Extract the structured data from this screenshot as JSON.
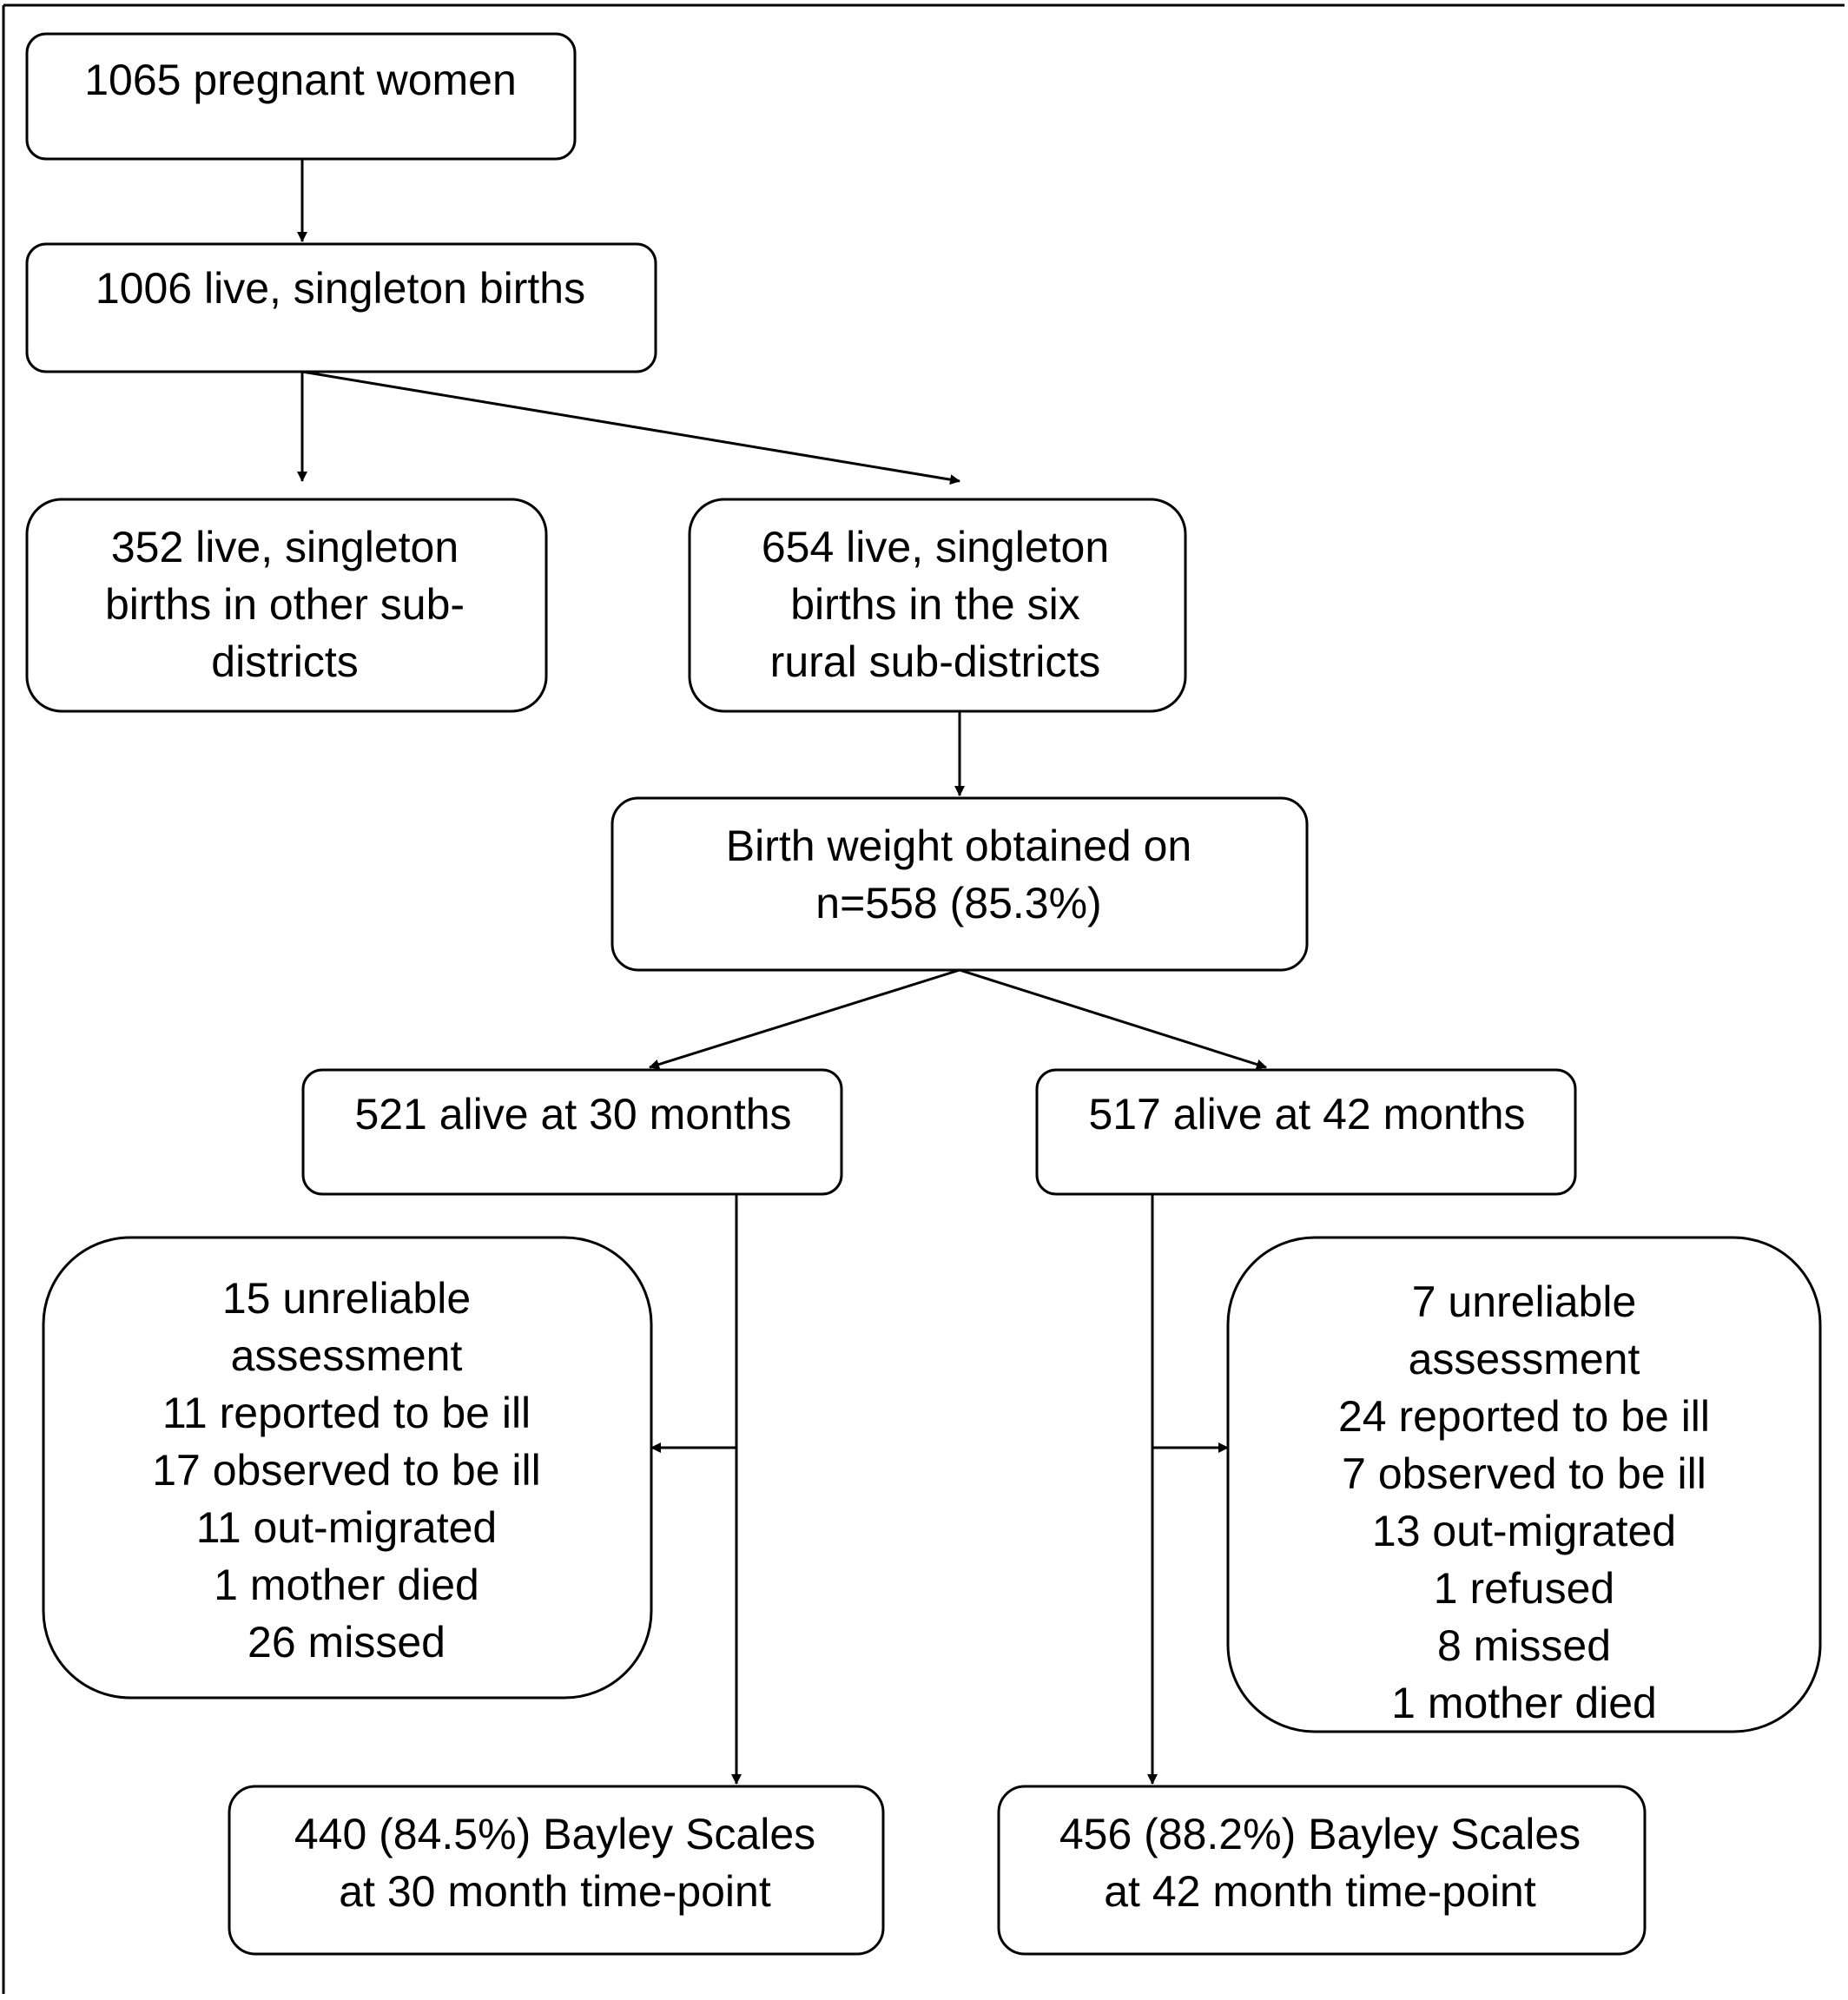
{
  "nodes": {
    "pregnant_women": {
      "lines": [
        "1065 pregnant women"
      ]
    },
    "live_births": {
      "lines": [
        "1006 live, singleton births"
      ]
    },
    "other_subdistricts": {
      "lines": [
        "352 live, singleton",
        "births in other sub-",
        "districts"
      ]
    },
    "rural_subdistricts": {
      "lines": [
        "654 live, singleton",
        "births in the six",
        "rural sub-districts"
      ]
    },
    "birth_weight": {
      "lines": [
        "Birth weight obtained on",
        "n=558 (85.3%)"
      ]
    },
    "alive_30": {
      "lines": [
        "521 alive at 30 months"
      ]
    },
    "alive_42": {
      "lines": [
        "517 alive at 42 months"
      ]
    },
    "exclusions_30": {
      "lines": [
        "15 unreliable",
        "assessment",
        "11 reported to be ill",
        "17 observed to be ill",
        "11 out-migrated",
        "1 mother died",
        "26 missed"
      ]
    },
    "exclusions_42": {
      "lines": [
        "7 unreliable",
        "assessment",
        "24 reported to be ill",
        "7 observed to be ill",
        "13 out-migrated",
        "1 refused",
        "8 missed",
        "1 mother died"
      ]
    },
    "bayley_30": {
      "lines": [
        "440 (84.5%) Bayley Scales",
        "at 30 month time-point"
      ]
    },
    "bayley_42": {
      "lines": [
        "456 (88.2%) Bayley Scales",
        "at 42 month time-point"
      ]
    }
  },
  "colors": {
    "stroke": "#000000",
    "background": "#ffffff",
    "text": "#000000"
  }
}
